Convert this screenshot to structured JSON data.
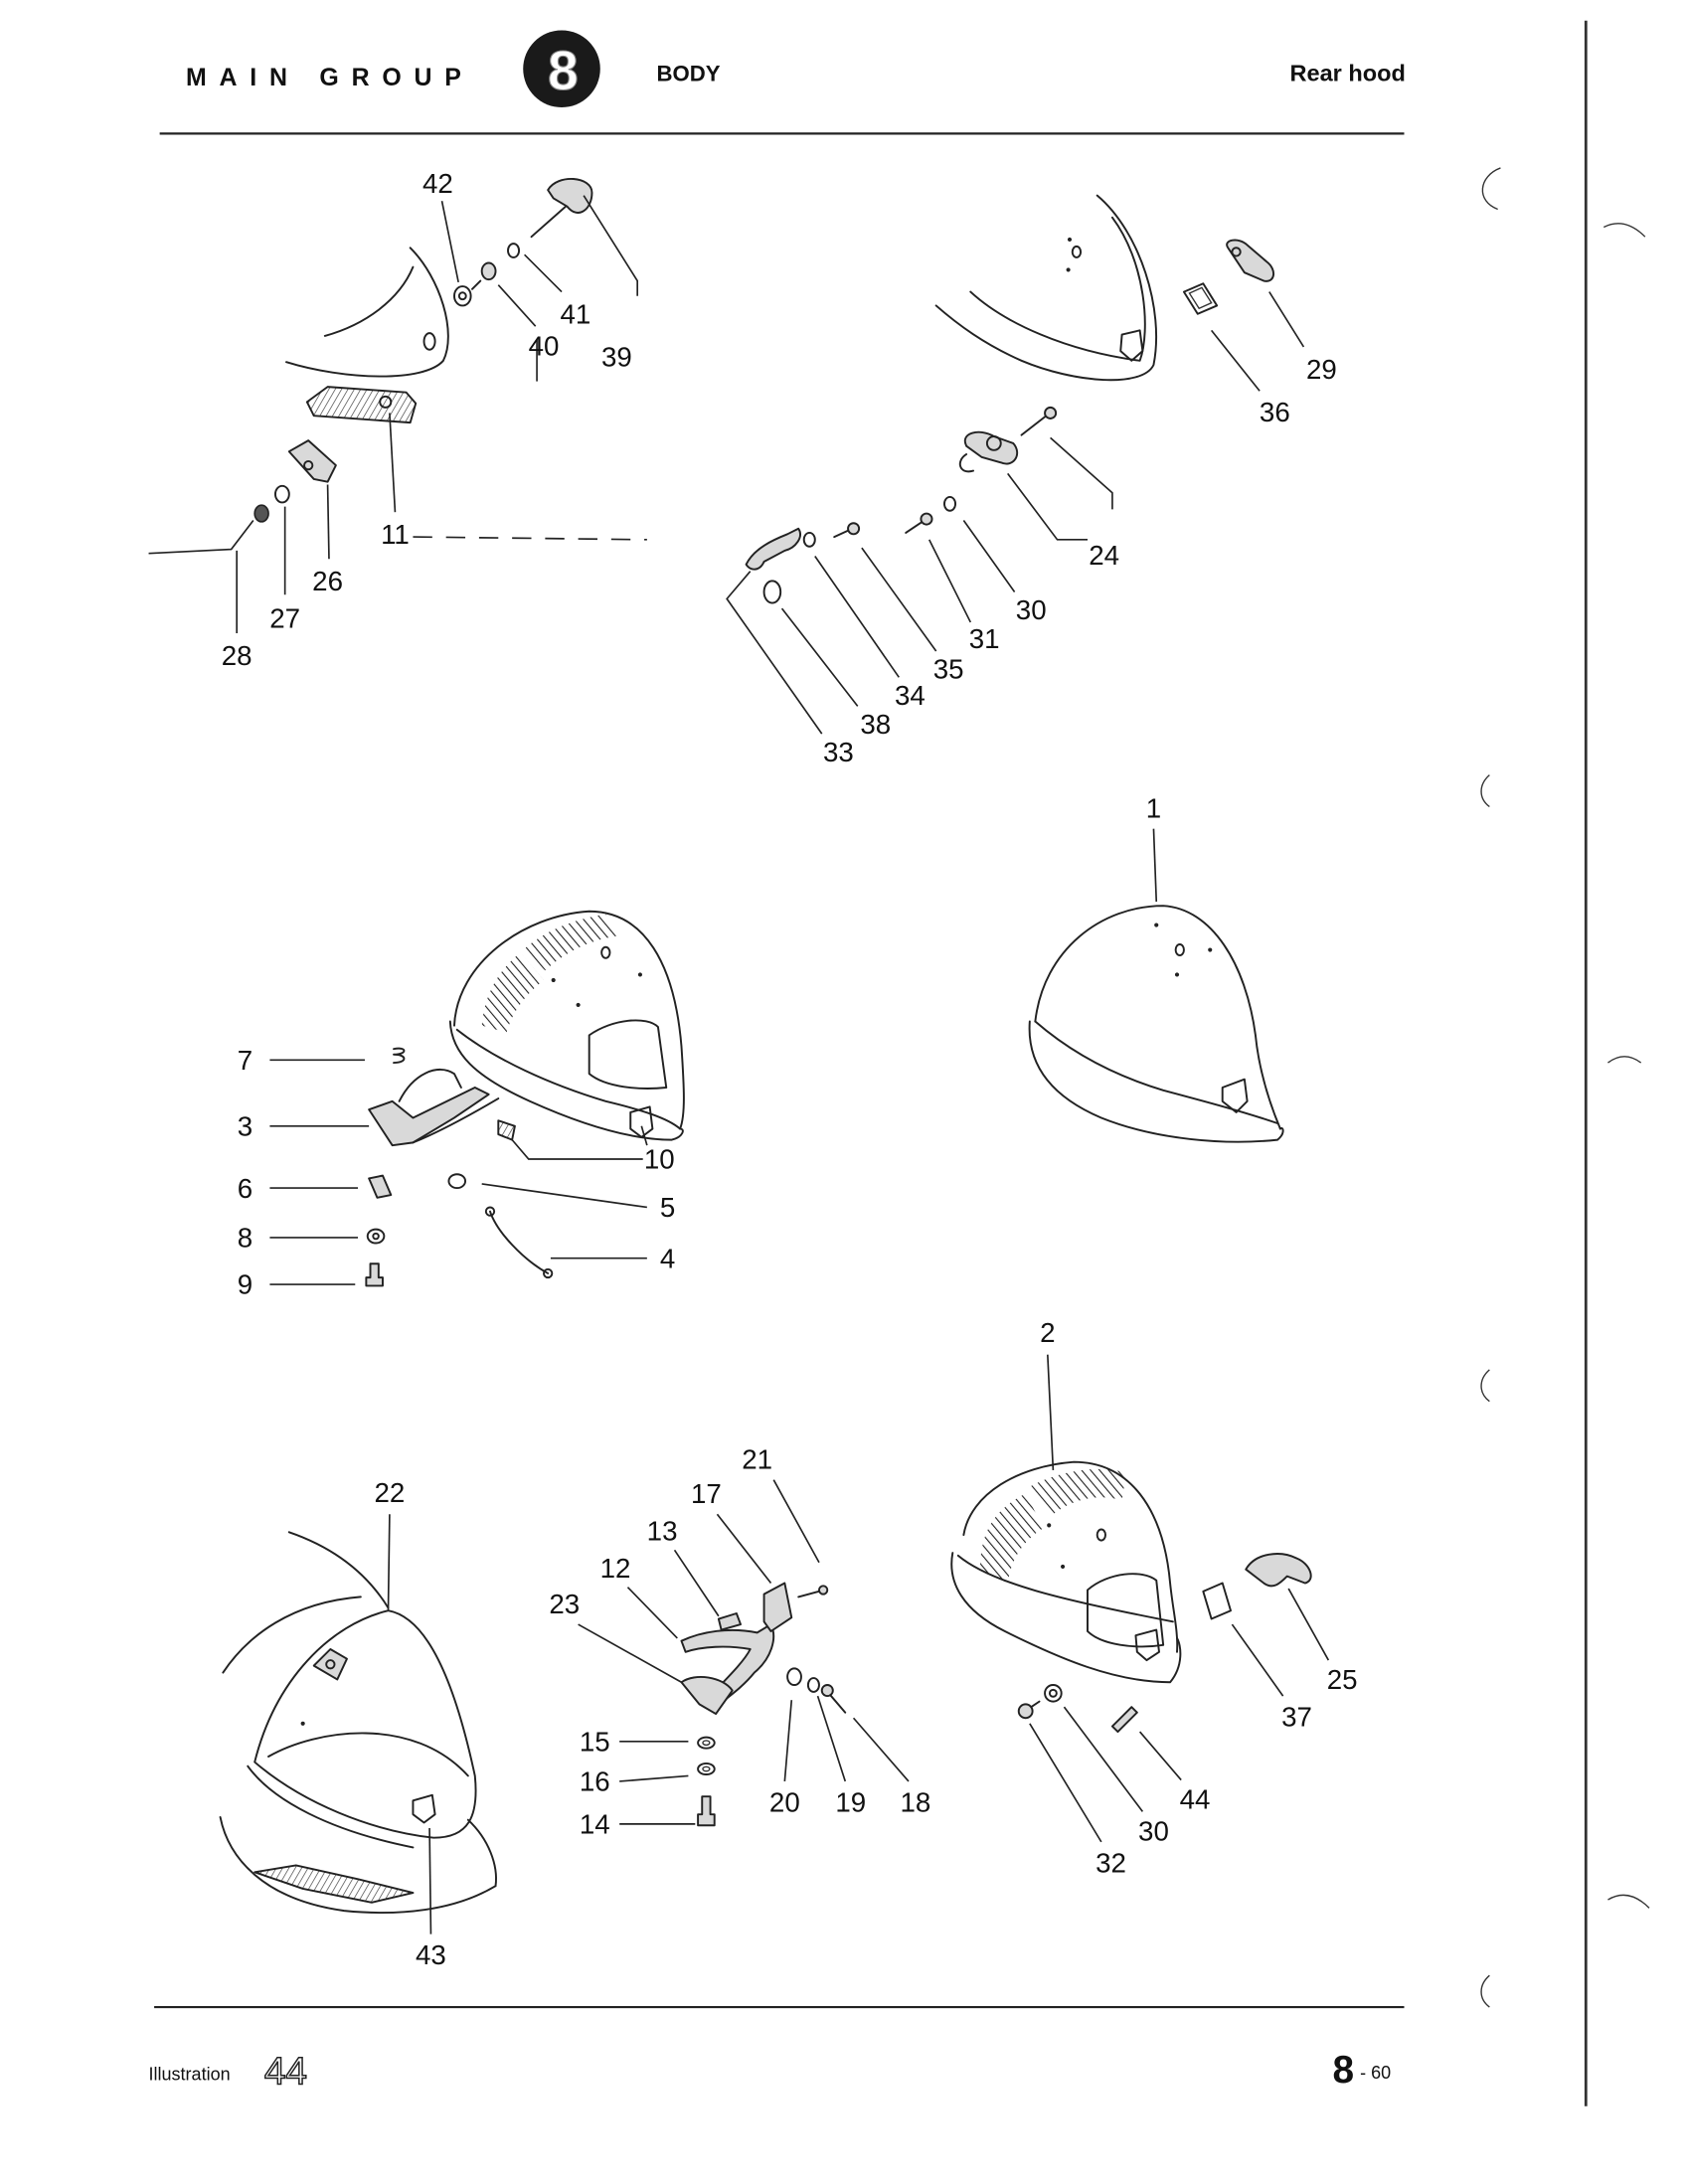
{
  "header": {
    "group_label": "MAIN GROUP",
    "group_number": "8",
    "section": "BODY",
    "title": "Rear hood"
  },
  "footer": {
    "illustration_label": "Illustration",
    "illustration_number": "44",
    "page_main": "8",
    "page_sub": "- 60"
  },
  "callouts": [
    "42",
    "41",
    "40",
    "39",
    "11",
    "26",
    "27",
    "28",
    "29",
    "36",
    "24",
    "30",
    "31",
    "35",
    "34",
    "38",
    "33",
    "1",
    "7",
    "3",
    "10",
    "6",
    "5",
    "8",
    "4",
    "9",
    "2",
    "22",
    "21",
    "17",
    "13",
    "12",
    "23",
    "25",
    "37",
    "15",
    "16",
    "14",
    "20",
    "19",
    "18",
    "44",
    "30",
    "32",
    "43"
  ]
}
